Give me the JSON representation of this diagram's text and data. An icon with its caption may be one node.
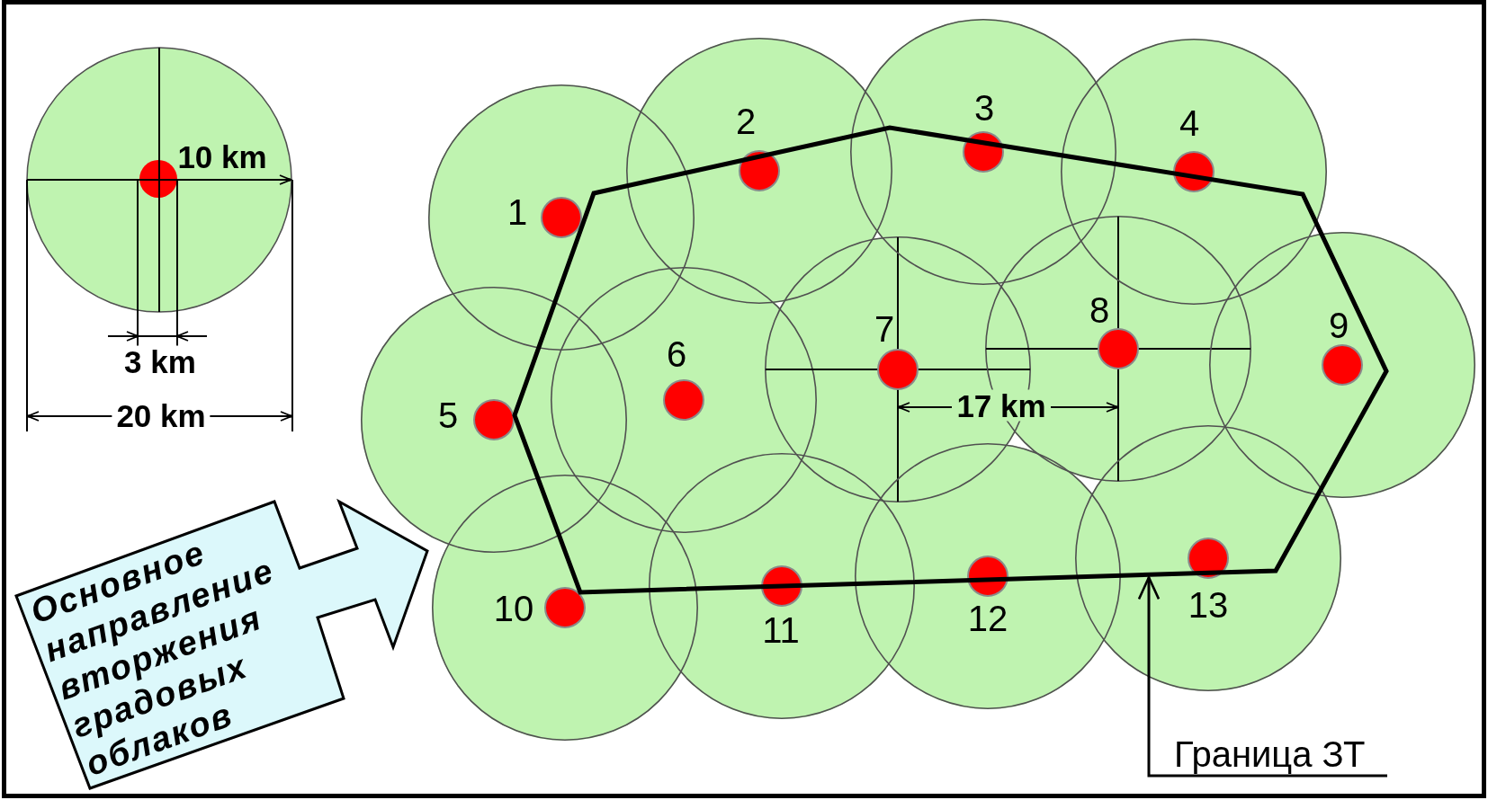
{
  "diagram": {
    "nodes": [
      {
        "text": [],
        "shape": "polygon"
      },
      {
        "text": [
          "1"
        ]
      },
      {
        "text": [
          "2"
        ]
      },
      {
        "text": [
          "3"
        ]
      },
      {
        "text": [
          "4"
        ]
      },
      {
        "text": [
          "5"
        ]
      },
      {
        "text": [
          "6"
        ],
        "in": 0
      },
      {
        "text": [
          "7"
        ],
        "in": 0
      },
      {
        "text": [
          "8"
        ],
        "in": 0
      },
      {
        "text": [
          "9"
        ]
      },
      {
        "text": [
          "10"
        ]
      },
      {
        "text": [
          "11"
        ]
      },
      {
        "text": [
          "12"
        ]
      },
      {
        "text": [
          "13"
        ]
      },
      {
        "text": [
          "Основное направление вторжения градовых облаков"
        ]
      },
      {
        "text": [
          "Граница ЗТ"
        ]
      }
    ],
    "edges": [
      {
        "from": 15,
        "to": 0,
        "arrow": "to"
      }
    ],
    "labels": [
      "10 km",
      "3 km",
      "20 km",
      "17 km"
    ]
  }
}
